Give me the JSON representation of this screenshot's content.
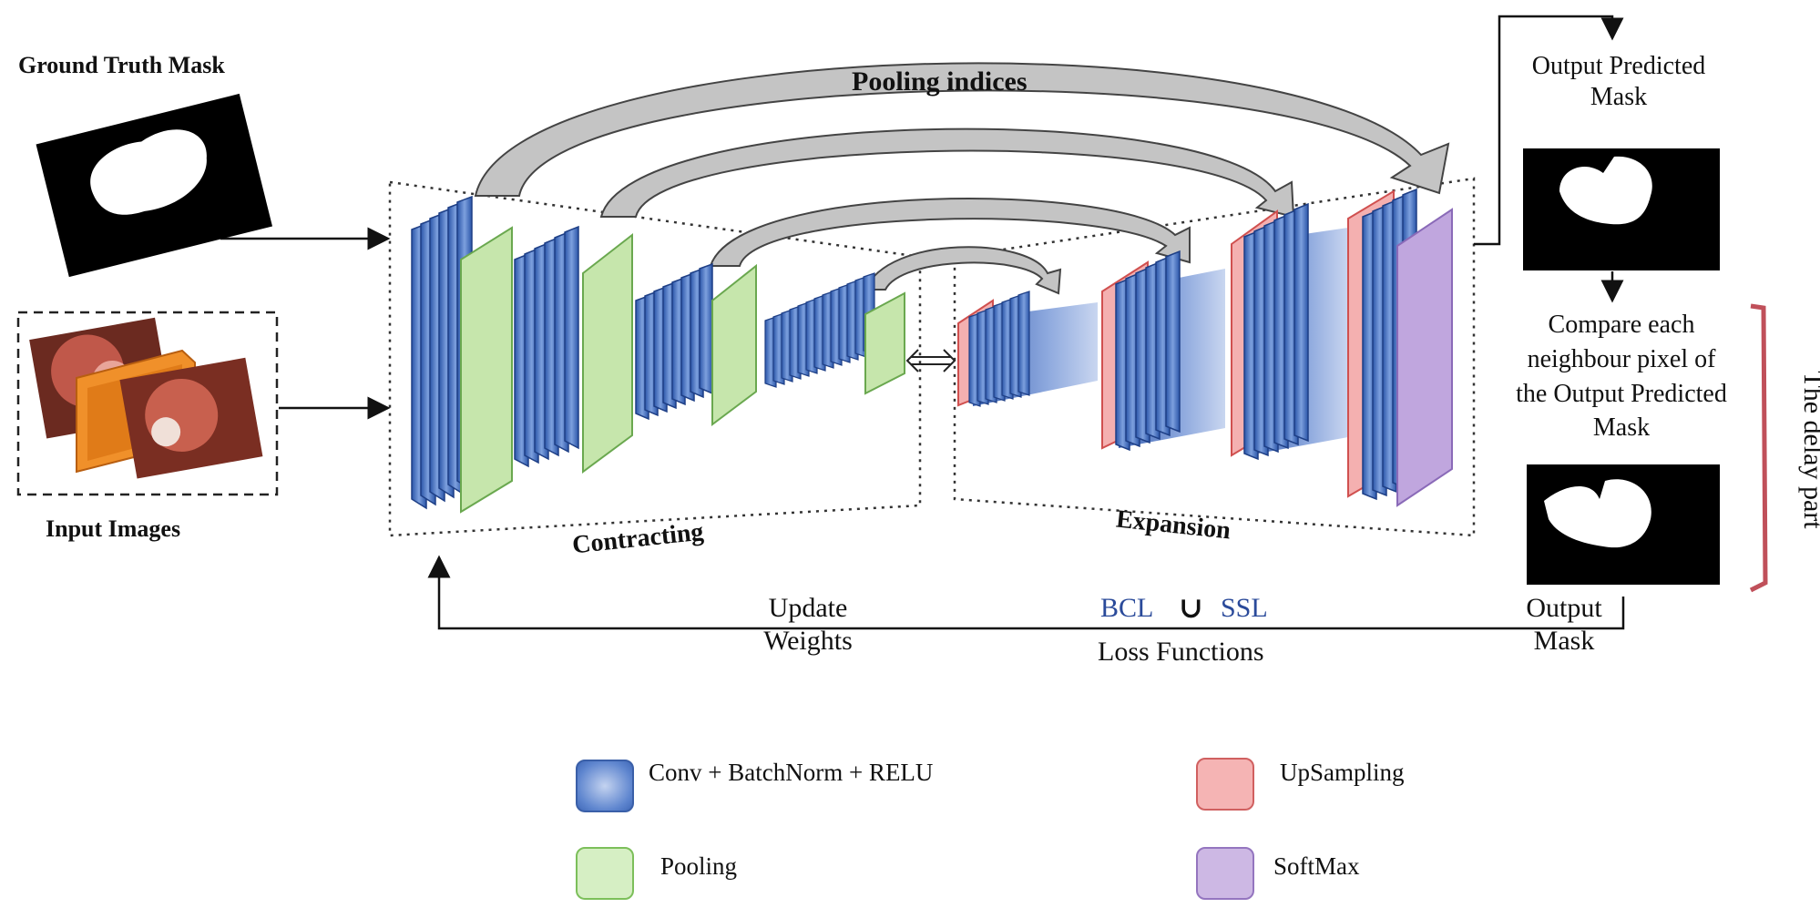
{
  "labels": {
    "ground_truth_mask": "Ground Truth Mask",
    "input_images": "Input Images",
    "pooling_indices": "Pooling indices",
    "contracting": "Contracting",
    "expansion": "Expansion",
    "output_predicted_mask": "Output Predicted Mask",
    "compare_text": "Compare each neighbour pixel of the Output Predicted Mask",
    "delay_part": "The delay part",
    "update_weights": "Update Weights",
    "bcl": "BCL",
    "union_symbol": "∪",
    "ssl": "SSL",
    "loss_functions": "Loss Functions",
    "output_mask": "Output Mask"
  },
  "legend": [
    {
      "label": "Conv + BatchNorm + RELU",
      "color": "#4a72c0"
    },
    {
      "label": "UpSampling",
      "color": "#f2a0a0"
    },
    {
      "label": "Pooling",
      "color": "#c8e8b0"
    },
    {
      "label": "SoftMax",
      "color": "#c0a8dc"
    }
  ],
  "colors": {
    "conv": "#3f68b8",
    "pooling": "#c6e6ac",
    "upsampling": "#e57a7a",
    "softmax": "#b79bd8",
    "arrow_fill": "#bdbdbd",
    "bracket": "#c0505a"
  }
}
